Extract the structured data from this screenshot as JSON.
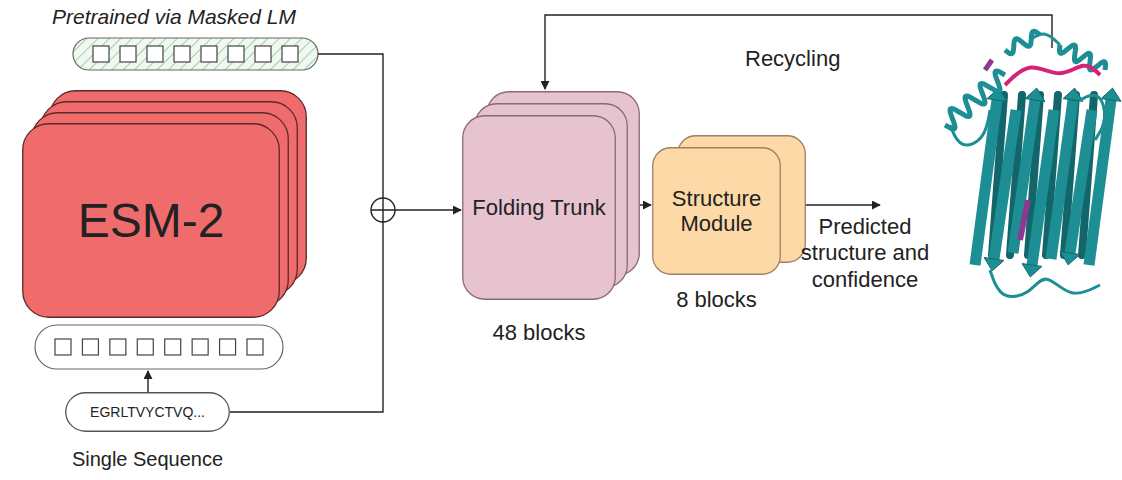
{
  "diagram": {
    "nodes": [
      {
        "text": [
          "ESM-2"
        ]
      },
      {
        "text": [
          "EGRLTVYCTVQ...",
          "Single Sequence"
        ]
      },
      {
        "text": [
          "Folding Trunk",
          "48 blocks"
        ]
      },
      {
        "text": [
          "Structure Module",
          "8 blocks"
        ]
      }
    ],
    "edges": [
      {
        "from": 2,
        "to": 3,
        "arrow": "to"
      }
    ],
    "labels": [
      "Pretrained via Masked LM",
      "Recycling",
      "Predicted structure and confidence"
    ]
  }
}
